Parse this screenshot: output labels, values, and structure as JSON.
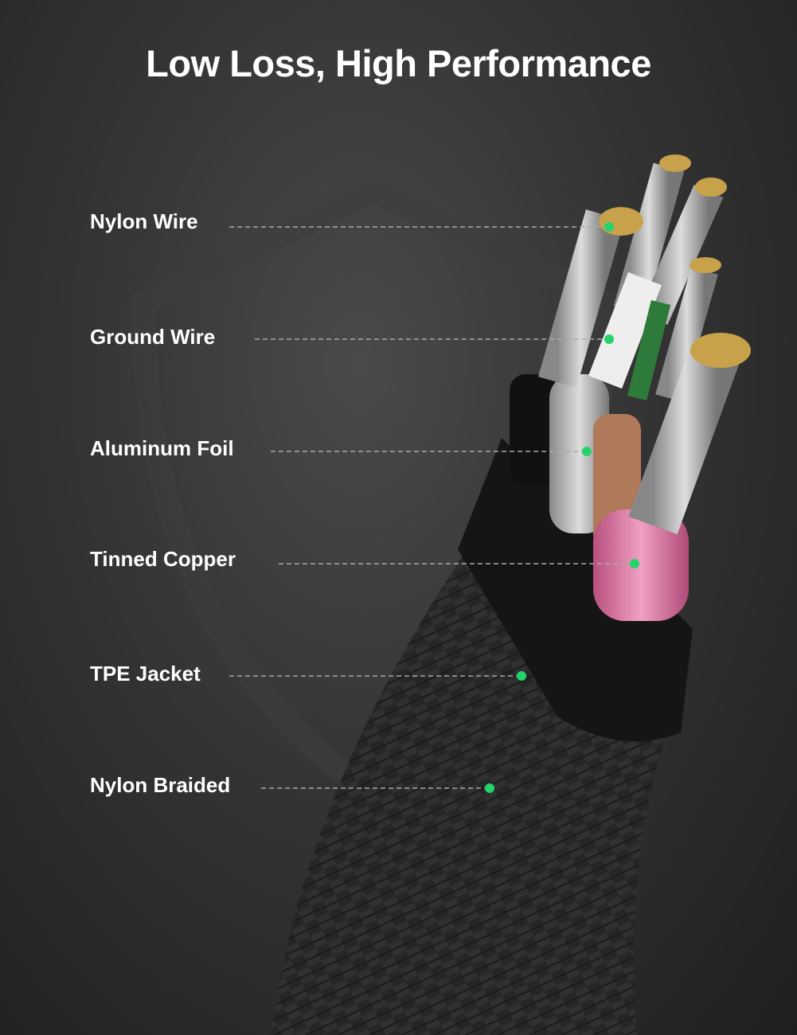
{
  "title": "Low Loss, High Performance",
  "labels": [
    {
      "text": "Nylon Wire"
    },
    {
      "text": "Ground Wire"
    },
    {
      "text": "Aluminum Foil"
    },
    {
      "text": "Tinned Copper"
    },
    {
      "text": "TPE Jacket"
    },
    {
      "text": "Nylon Braided"
    }
  ],
  "colors": {
    "accent": "#22d46a",
    "pink": "#e07aa8",
    "copper": "#c8a24a"
  }
}
